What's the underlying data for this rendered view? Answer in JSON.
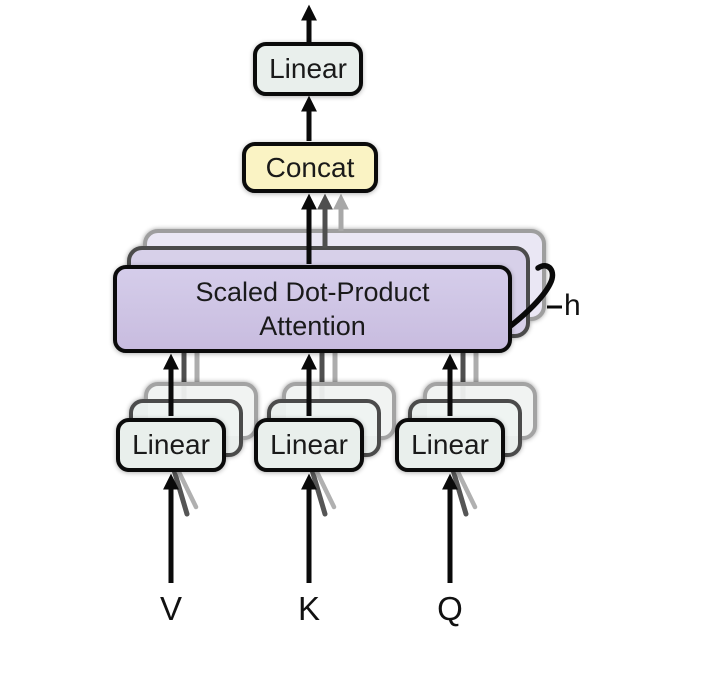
{
  "diagram": {
    "output_linear": {
      "label": "Linear"
    },
    "concat": {
      "label": "Concat"
    },
    "attention": {
      "line1": "Scaled Dot-Product",
      "line2": "Attention"
    },
    "linear_v": {
      "label": "Linear"
    },
    "linear_k": {
      "label": "Linear"
    },
    "linear_q": {
      "label": "Linear"
    },
    "inputs": {
      "v": "V",
      "k": "K",
      "q": "Q"
    },
    "heads": {
      "label": "h"
    },
    "colors": {
      "linear_fill": "#e9efec",
      "concat_fill": "#faf3c4",
      "attention_fill": "#ccc2e2",
      "stack_middle_stroke": "#4b4b4b",
      "stack_back_stroke": "#9e9e9e",
      "arrow_black": "#0a0a0a",
      "arrow_dark_gray": "#4f4f4f",
      "arrow_light_gray": "#a8a8a8",
      "background": "#ffffff"
    }
  }
}
